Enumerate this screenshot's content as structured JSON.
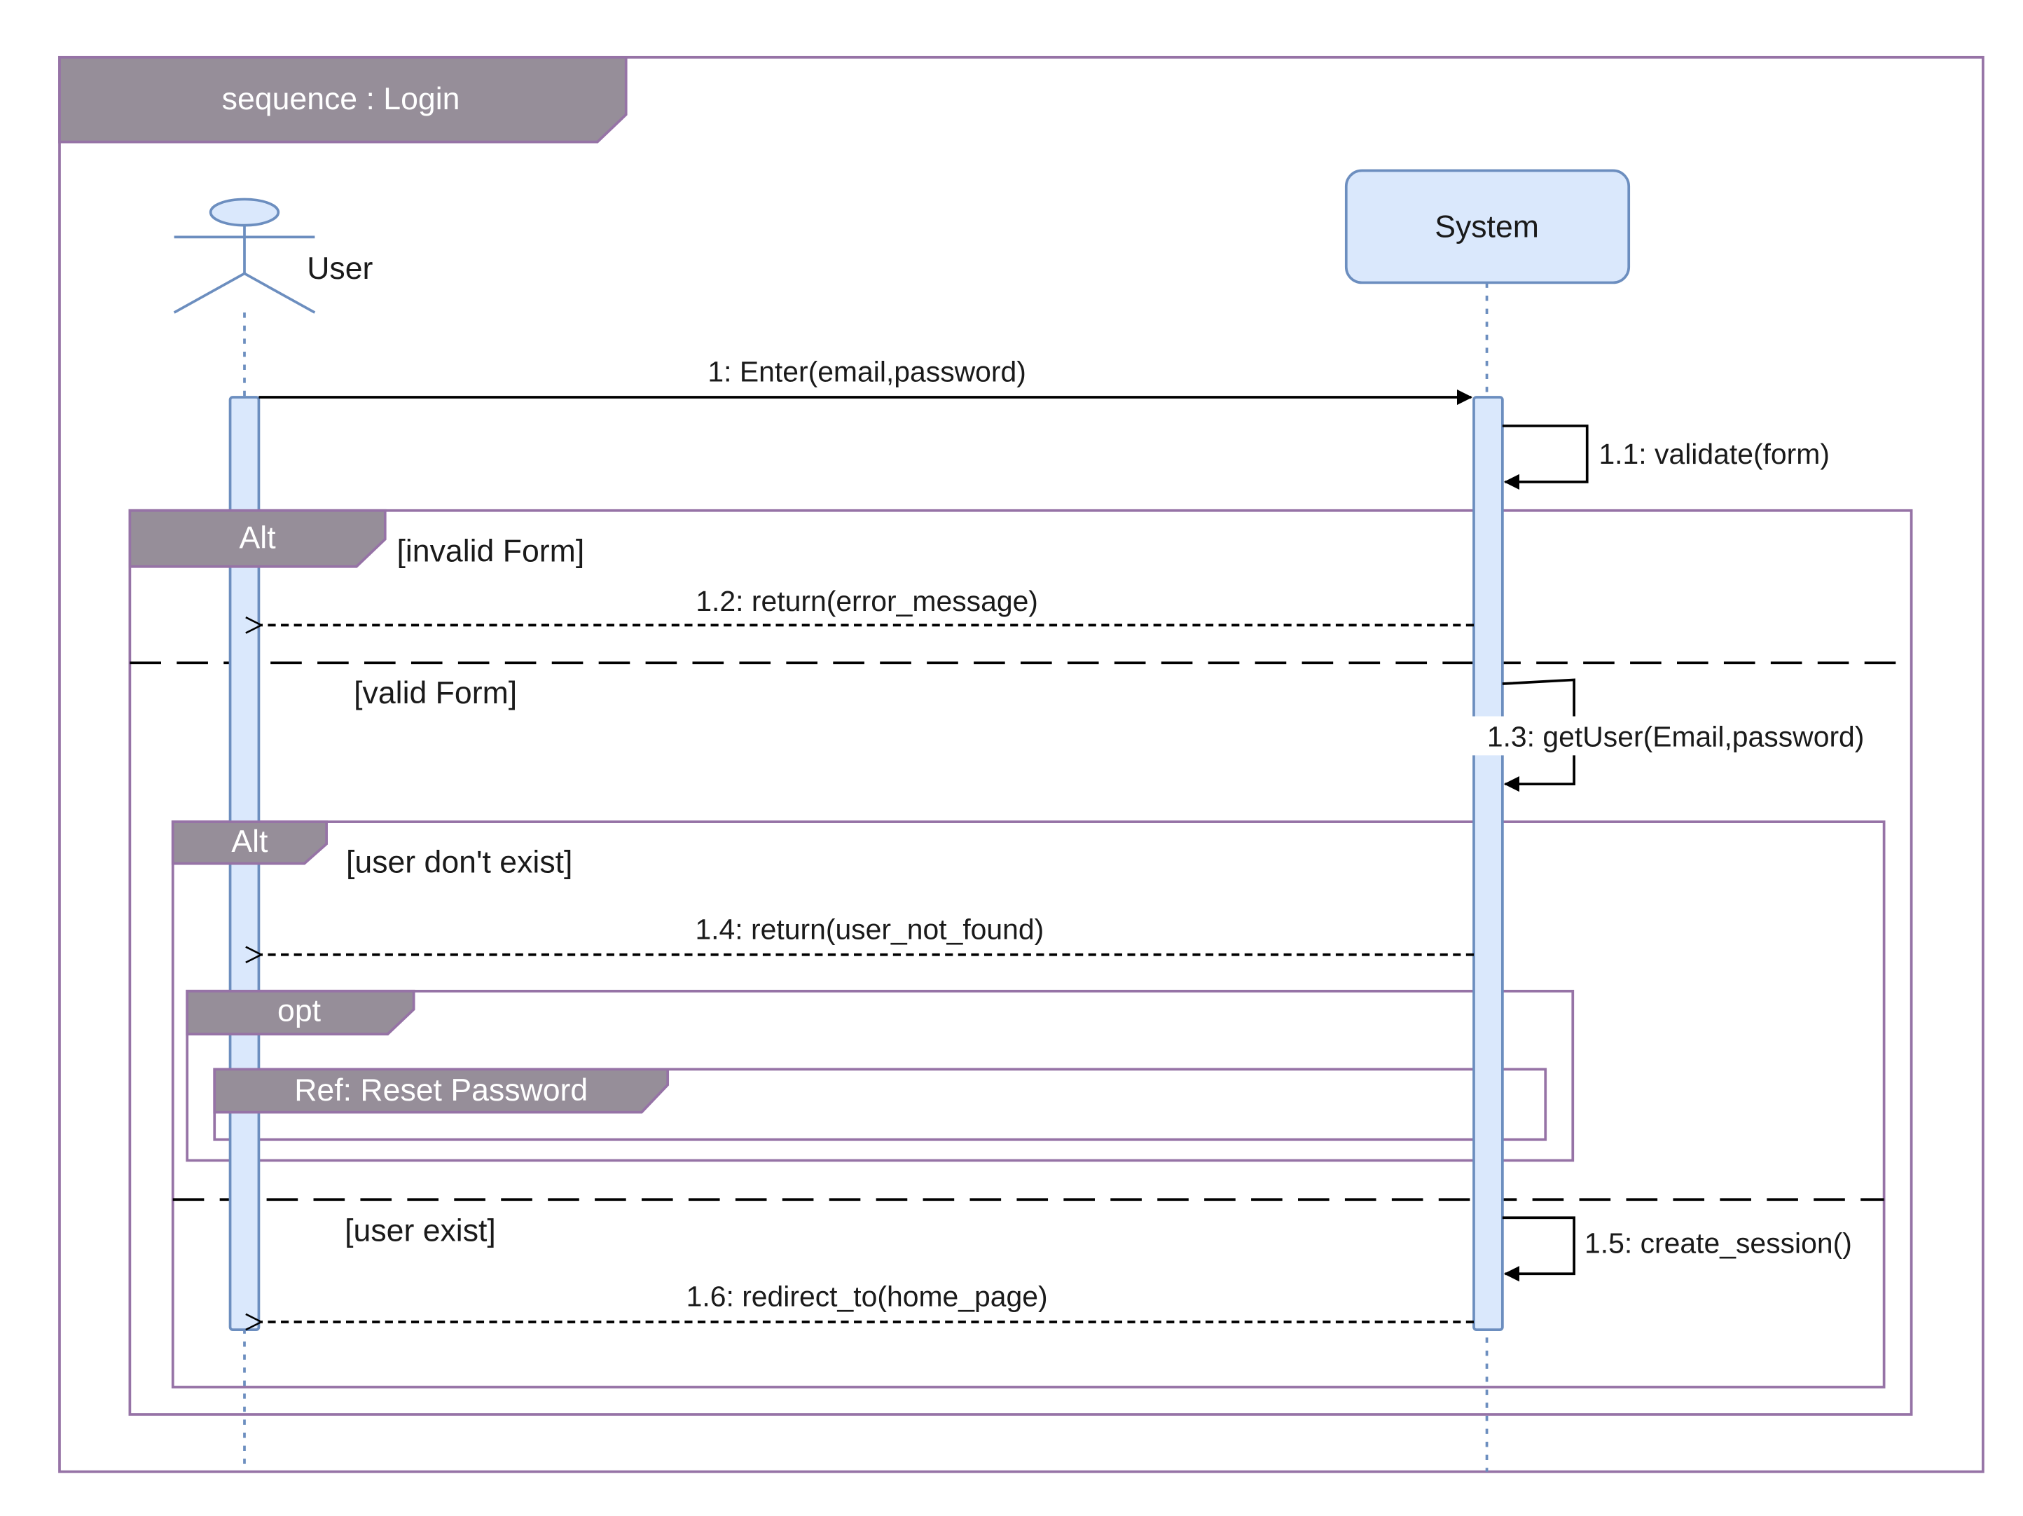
{
  "diagram": {
    "frame_title": "sequence : Login",
    "actor_user": "User",
    "participant_system": "System",
    "messages": {
      "m1": "1:  Enter(email,password)",
      "m11": "1.1: validate(form)",
      "m12": "1.2: return(error_message)",
      "m13": "1.3: getUser(Email,password)",
      "m14": "1.4: return(user_not_found)",
      "m15": "1.5: create_session()",
      "m16": "1.6: redirect_to(home_page)"
    },
    "fragments": {
      "alt_outer": {
        "label": "Alt",
        "guard1": "[invalid Form]",
        "guard2": "[valid Form]"
      },
      "alt_inner": {
        "label": "Alt",
        "guard1": "[user don't exist]",
        "guard2": "[user exist]"
      },
      "opt": {
        "label": "opt"
      },
      "ref": {
        "label": "Ref: Reset Password"
      }
    },
    "colors": {
      "frame_border": "#9673a6",
      "frame_header": "#968e99",
      "lifeline": "#6c8ebf",
      "activation_fill": "#dae8fc",
      "arrow": "#000000"
    }
  }
}
